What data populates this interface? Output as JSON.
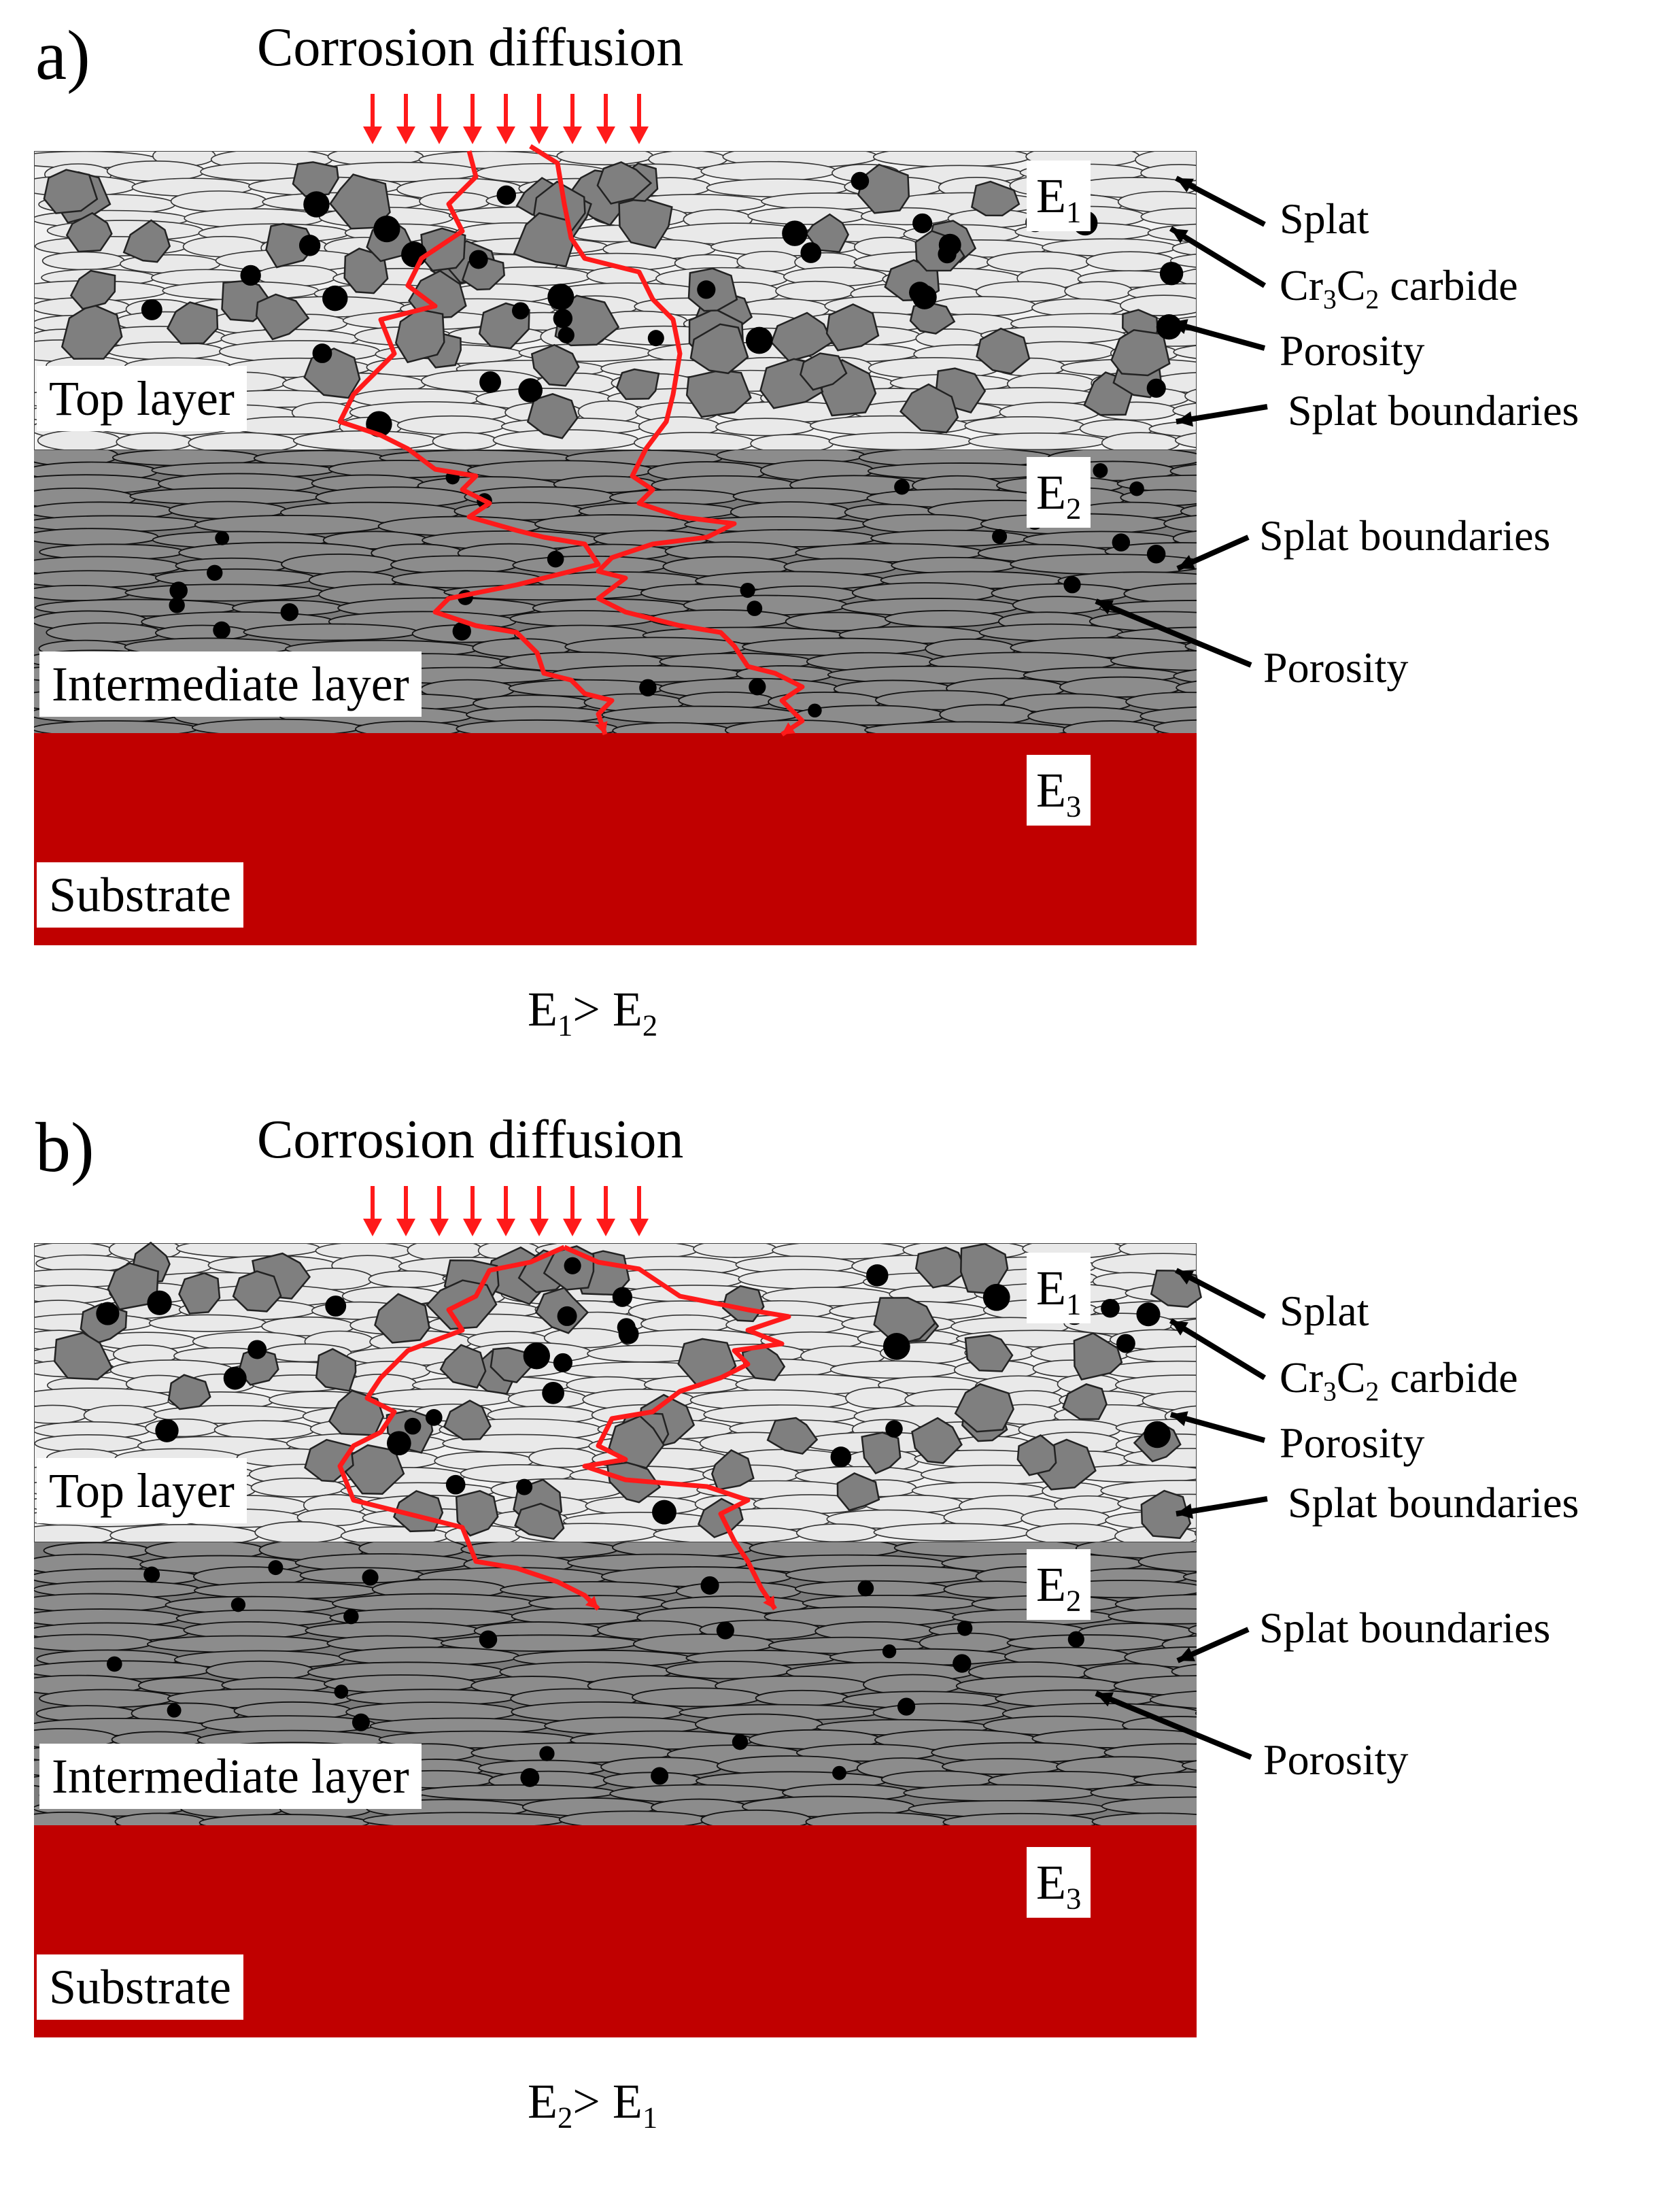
{
  "panels": [
    {
      "id": "a",
      "letter": "a)",
      "diffusion_label": "Corrosion diffusion",
      "layers": {
        "top": "Top layer",
        "intermediate": "Intermediate layer",
        "substrate": "Substrate"
      },
      "energy_labels": {
        "top": {
          "base": "E",
          "sub": "1"
        },
        "intermediate": {
          "base": "E",
          "sub": "2"
        },
        "substrate": {
          "base": "E",
          "sub": "3"
        }
      },
      "annotations": {
        "splat": "Splat",
        "carbide": {
          "a": "Cr",
          "a_sub": "3",
          "b": "C",
          "b_sub": "2",
          "rest": " carbide"
        },
        "porosity_top": "Porosity",
        "splat_boundaries_top": "Splat boundaries",
        "splat_boundaries_mid": "Splat boundaries",
        "porosity_mid": "Porosity"
      },
      "comparison": {
        "left": "E",
        "left_sub": "1",
        "op": "> ",
        "right": "E",
        "right_sub": "2"
      }
    },
    {
      "id": "b",
      "letter": "b)",
      "diffusion_label": "Corrosion diffusion",
      "layers": {
        "top": "Top layer",
        "intermediate": "Intermediate layer",
        "substrate": "Substrate"
      },
      "energy_labels": {
        "top": {
          "base": "E",
          "sub": "1"
        },
        "intermediate": {
          "base": "E",
          "sub": "2"
        },
        "substrate": {
          "base": "E",
          "sub": "3"
        }
      },
      "annotations": {
        "splat": "Splat",
        "carbide": {
          "a": "Cr",
          "a_sub": "3",
          "b": "C",
          "b_sub": "2",
          "rest": " carbide"
        },
        "porosity_top": "Porosity",
        "splat_boundaries_top": "Splat boundaries",
        "splat_boundaries_mid": "Splat boundaries",
        "porosity_mid": "Porosity"
      },
      "comparison": {
        "left": "E",
        "left_sub": "2",
        "op": "> ",
        "right": "E",
        "right_sub": "1"
      }
    }
  ],
  "colors": {
    "top_layer": "#f2f2f2",
    "top_splat": "#e9e9e9",
    "intermediate_layer": "#7b7b7b",
    "intermediate_splat": "#8c8c8c",
    "carbide": "#7f7f7f",
    "pore": "#000000",
    "substrate": "#c00000",
    "corrosion_path": "#ff1a1a"
  }
}
